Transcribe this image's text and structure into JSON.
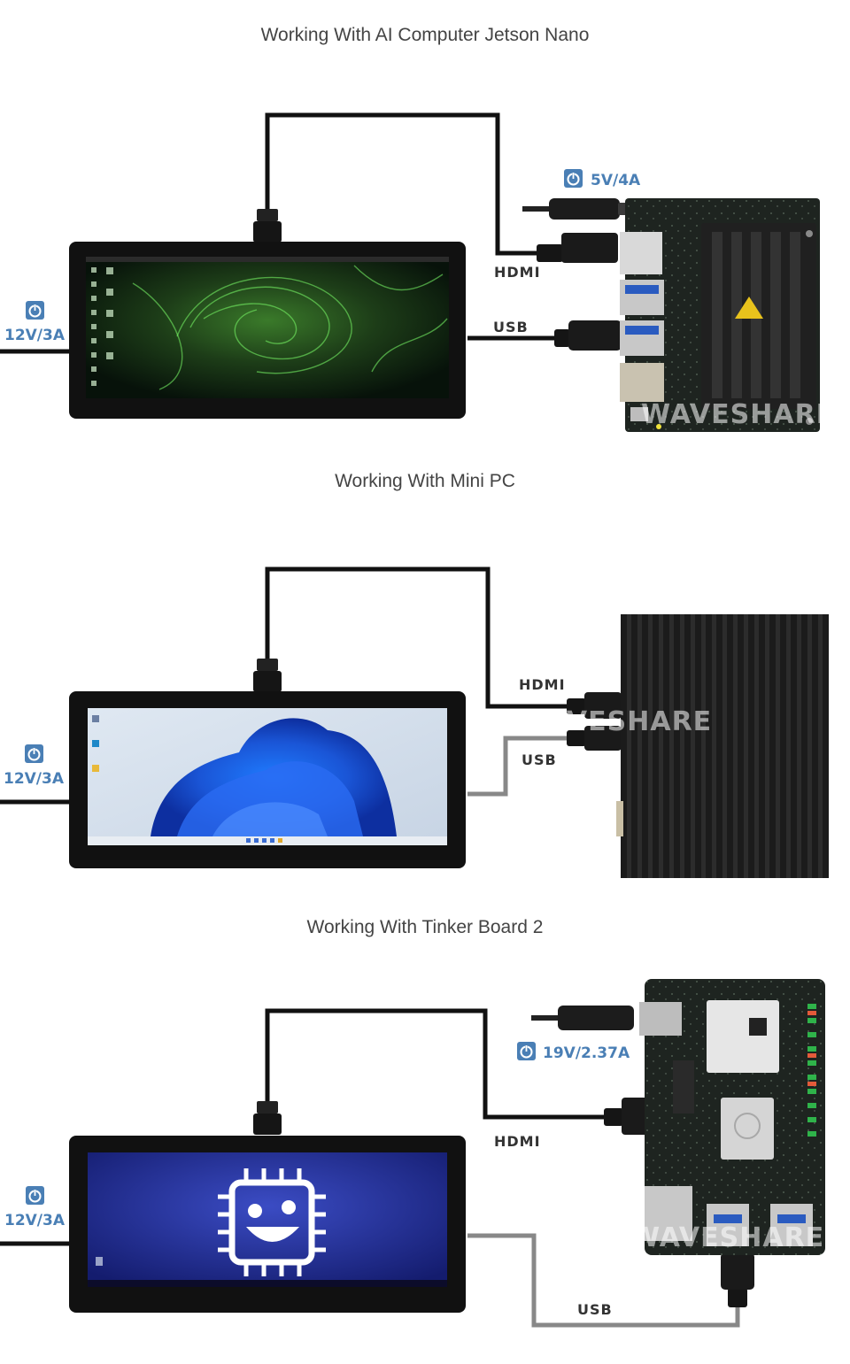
{
  "colors": {
    "accent": "#4a7fb5",
    "cable_black": "#111111",
    "cable_gray": "#888888"
  },
  "sections": [
    {
      "title": "Working With AI Computer Jetson Nano",
      "hdmi_label": "HDMI",
      "usb_label": "USB",
      "display_power": "12V/3A",
      "device_power": "5V/4A",
      "watermark": "WAVESHARE"
    },
    {
      "title": "Working With Mini PC",
      "hdmi_label": "HDMI",
      "usb_label": "USB",
      "display_power": "12V/3A",
      "watermark": "WAVESHARE"
    },
    {
      "title": "Working With Tinker Board 2",
      "hdmi_label": "HDMI",
      "usb_label": "USB",
      "display_power": "12V/3A",
      "device_power": "19V/2.37A",
      "watermark": "WAVESHARE"
    }
  ]
}
